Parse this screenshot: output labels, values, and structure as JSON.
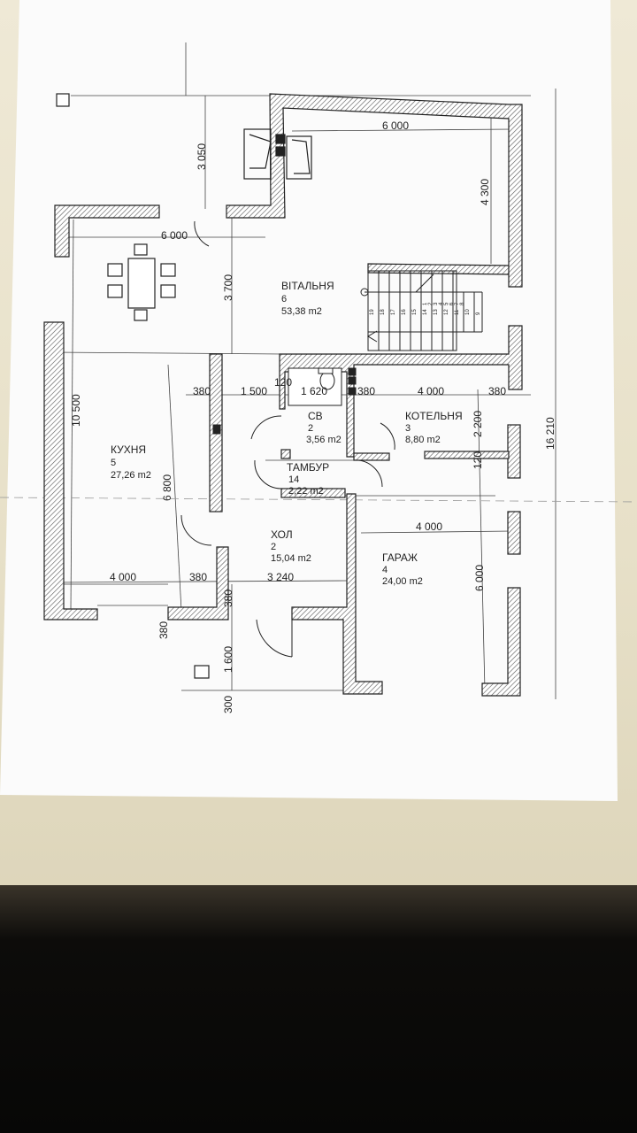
{
  "rooms": [
    {
      "name": "ВІТАЛЬНЯ",
      "number": "6",
      "area": "53,38 m2"
    },
    {
      "name": "КУХНЯ",
      "number": "5",
      "area": "27,26 m2"
    },
    {
      "name": "СВ",
      "number": "2",
      "area": "3,56 m2"
    },
    {
      "name": "КОТЕЛЬНЯ",
      "number": "3",
      "area": "8,80 m2"
    },
    {
      "name": "ТАМБУР",
      "number": "14",
      "area": "2,22 m2"
    },
    {
      "name": "ХОЛ",
      "number": "2",
      "area": "15,04 m2"
    },
    {
      "name": "ГАРАЖ",
      "number": "4",
      "area": "24,00 m2"
    }
  ],
  "dimensions": {
    "top_6000": "6 000",
    "left_6000": "6 000",
    "d3050": "3 050",
    "d4300": "4 300",
    "d3700": "3 700",
    "d10500": "10 500",
    "d16210": "16 210",
    "d380_a": "380",
    "d1500": "1 500",
    "d120_a": "120",
    "d1620": "1 620",
    "d380_b": "380",
    "d4000_a": "4 000",
    "d380_c": "380",
    "d2200": "2 200",
    "d120_b": "120",
    "d6800": "6 800",
    "d4000_b": "4 000",
    "d4000_c": "4 000",
    "d380_d": "380",
    "d3240": "3 240",
    "d380_e": "380",
    "d6000_g": "6 000",
    "d380_f": "380",
    "d1600": "1 600",
    "d300": "300"
  },
  "stair_numbers": [
    "1",
    "2",
    "3",
    "4",
    "5",
    "6",
    "7",
    "8",
    "9",
    "10",
    "11",
    "12",
    "13",
    "14",
    "15",
    "16",
    "17",
    "18",
    "19"
  ],
  "colors": {
    "wall": "#8a8a8a",
    "line": "#333333",
    "paper": "#fbfbfb"
  }
}
